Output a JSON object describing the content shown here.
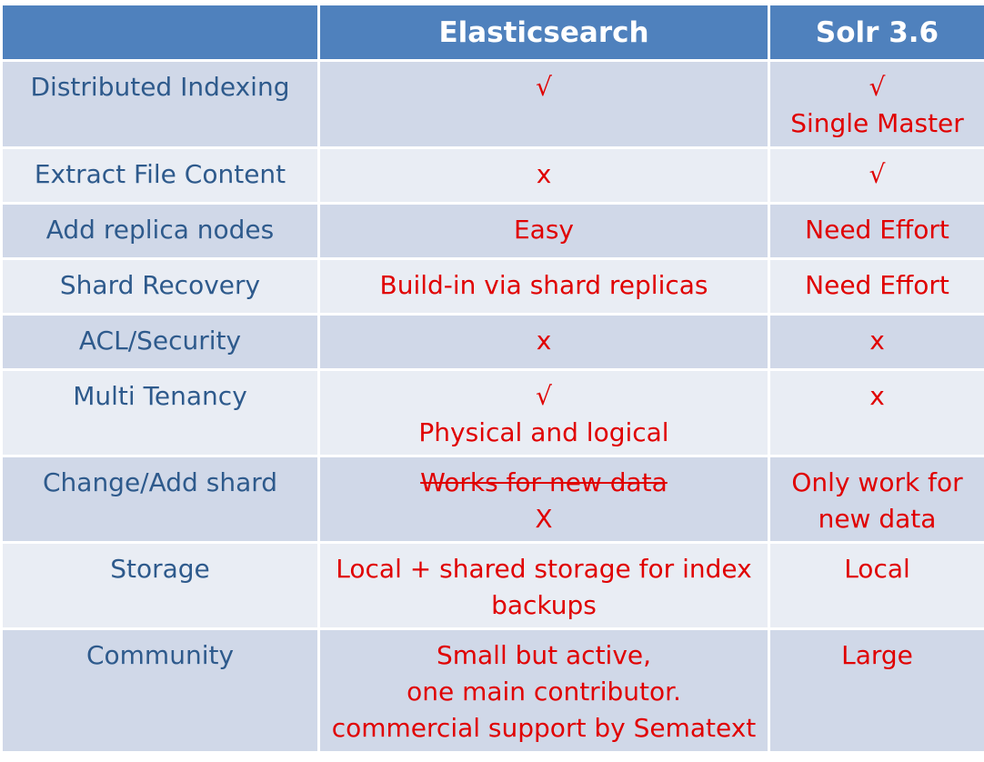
{
  "header": {
    "feature": "",
    "elasticsearch": "Elasticsearch",
    "solr": "Solr 3.6"
  },
  "rows": [
    {
      "feature": "Distributed Indexing",
      "es": [
        "√"
      ],
      "solr": [
        "√",
        "Single Master"
      ]
    },
    {
      "feature": "Extract File Content",
      "es": [
        "x"
      ],
      "solr": [
        "√"
      ]
    },
    {
      "feature": "Add replica nodes",
      "es": [
        "Easy"
      ],
      "solr": [
        "Need Effort"
      ]
    },
    {
      "feature": "Shard Recovery",
      "es": [
        "Build-in via shard replicas"
      ],
      "solr": [
        "Need Effort"
      ]
    },
    {
      "feature": "ACL/Security",
      "es": [
        "x"
      ],
      "solr": [
        "x"
      ]
    },
    {
      "feature": "Multi Tenancy",
      "es": [
        "√",
        "Physical and logical"
      ],
      "solr": [
        "x"
      ]
    },
    {
      "feature": "Change/Add shard",
      "es": [
        "Works for new data",
        "X"
      ],
      "es_struck_line": 0,
      "solr": [
        "Only work for",
        "new data"
      ]
    },
    {
      "feature": "Storage",
      "es": [
        "Local + shared storage for index",
        "backups"
      ],
      "solr": [
        "Local"
      ]
    },
    {
      "feature": "Community",
      "es": [
        "Small but active,",
        "one main contributor.",
        "commercial support  by Sematext"
      ],
      "solr": [
        "Large"
      ]
    }
  ],
  "colors": {
    "header_bg": "#4f81bd",
    "row_odd_bg": "#d0d8e8",
    "row_even_bg": "#e9edf4",
    "feature_text": "#2e5a8c",
    "value_text": "#e00000"
  }
}
